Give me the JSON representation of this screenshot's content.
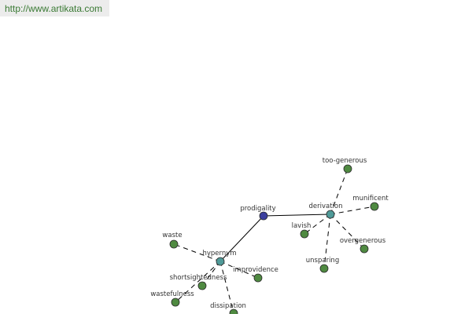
{
  "source": {
    "url": "http://www.artikata.com"
  },
  "graph": {
    "colors": {
      "root": "#3b3f9e",
      "relation": "#4f9a98",
      "leaf": "#4f8a41",
      "edge": "#000000",
      "text": "#333333"
    },
    "nodes": [
      {
        "id": "prodigality",
        "label": "prodigality",
        "kind": "root"
      },
      {
        "id": "derivation",
        "label": "derivation",
        "kind": "relation"
      },
      {
        "id": "hypernym",
        "label": "hypernym",
        "kind": "relation"
      },
      {
        "id": "too-generous",
        "label": "too-generous",
        "kind": "leaf"
      },
      {
        "id": "munificent",
        "label": "munificent",
        "kind": "leaf"
      },
      {
        "id": "lavish",
        "label": "lavish",
        "kind": "leaf"
      },
      {
        "id": "overgenerous",
        "label": "overgenerous",
        "kind": "leaf"
      },
      {
        "id": "unsparing",
        "label": "unsparing",
        "kind": "leaf"
      },
      {
        "id": "waste",
        "label": "waste",
        "kind": "leaf"
      },
      {
        "id": "improvidence",
        "label": "improvidence",
        "kind": "leaf"
      },
      {
        "id": "shortsightedness",
        "label": "shortsightedness",
        "kind": "leaf"
      },
      {
        "id": "wastefulness",
        "label": "wastefulness",
        "kind": "leaf"
      },
      {
        "id": "dissipation",
        "label": "dissipation",
        "kind": "leaf"
      }
    ],
    "edges": [
      {
        "from": "prodigality",
        "to": "derivation",
        "style": "solid"
      },
      {
        "from": "prodigality",
        "to": "hypernym",
        "style": "solid"
      },
      {
        "from": "derivation",
        "to": "too-generous",
        "style": "dashed"
      },
      {
        "from": "derivation",
        "to": "munificent",
        "style": "dashed"
      },
      {
        "from": "derivation",
        "to": "lavish",
        "style": "dashed"
      },
      {
        "from": "derivation",
        "to": "overgenerous",
        "style": "dashed"
      },
      {
        "from": "derivation",
        "to": "unsparing",
        "style": "dashed"
      },
      {
        "from": "hypernym",
        "to": "waste",
        "style": "dashed"
      },
      {
        "from": "hypernym",
        "to": "improvidence",
        "style": "dashed"
      },
      {
        "from": "hypernym",
        "to": "shortsightedness",
        "style": "dashed"
      },
      {
        "from": "hypernym",
        "to": "wastefulness",
        "style": "dashed"
      },
      {
        "from": "hypernym",
        "to": "dissipation",
        "style": "dashed"
      }
    ]
  }
}
